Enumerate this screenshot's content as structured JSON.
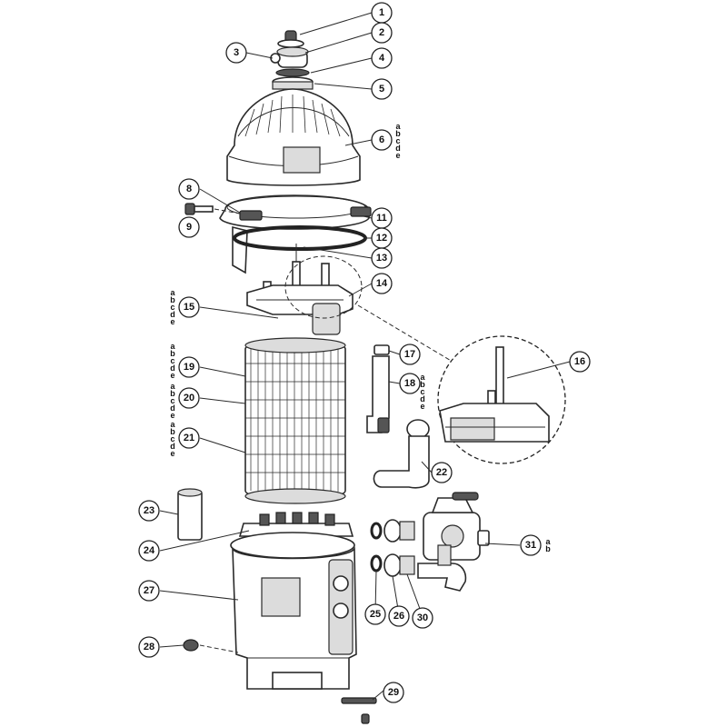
{
  "callouts": [
    {
      "id": "1",
      "label": "1"
    },
    {
      "id": "2",
      "label": "2"
    },
    {
      "id": "3",
      "label": "3"
    },
    {
      "id": "4",
      "label": "4"
    },
    {
      "id": "5",
      "label": "5"
    },
    {
      "id": "6",
      "label": "6"
    },
    {
      "id": "8",
      "label": "8"
    },
    {
      "id": "9",
      "label": "9"
    },
    {
      "id": "11",
      "label": "11"
    },
    {
      "id": "12",
      "label": "12"
    },
    {
      "id": "13",
      "label": "13"
    },
    {
      "id": "14",
      "label": "14"
    },
    {
      "id": "15",
      "label": "15"
    },
    {
      "id": "16",
      "label": "16"
    },
    {
      "id": "17",
      "label": "17"
    },
    {
      "id": "18",
      "label": "18"
    },
    {
      "id": "19",
      "label": "19"
    },
    {
      "id": "20",
      "label": "20"
    },
    {
      "id": "21",
      "label": "21"
    },
    {
      "id": "22",
      "label": "22"
    },
    {
      "id": "23",
      "label": "23"
    },
    {
      "id": "24",
      "label": "24"
    },
    {
      "id": "25",
      "label": "25"
    },
    {
      "id": "26",
      "label": "26"
    },
    {
      "id": "27",
      "label": "27"
    },
    {
      "id": "28",
      "label": "28"
    },
    {
      "id": "29",
      "label": "29"
    },
    {
      "id": "30",
      "label": "30"
    },
    {
      "id": "31",
      "label": "31"
    }
  ],
  "variants": {
    "v6": [
      "a",
      "b",
      "c",
      "d",
      "e"
    ],
    "v15": [
      "a",
      "b",
      "c",
      "d",
      "e"
    ],
    "v18": [
      "a",
      "b",
      "c",
      "d",
      "e"
    ],
    "v19": [
      "a",
      "b",
      "c",
      "d",
      "e"
    ],
    "v20": [
      "a",
      "b",
      "c",
      "d",
      "e"
    ],
    "v21": [
      "a",
      "b",
      "c",
      "d",
      "e"
    ],
    "v31": [
      "a",
      "b"
    ]
  }
}
